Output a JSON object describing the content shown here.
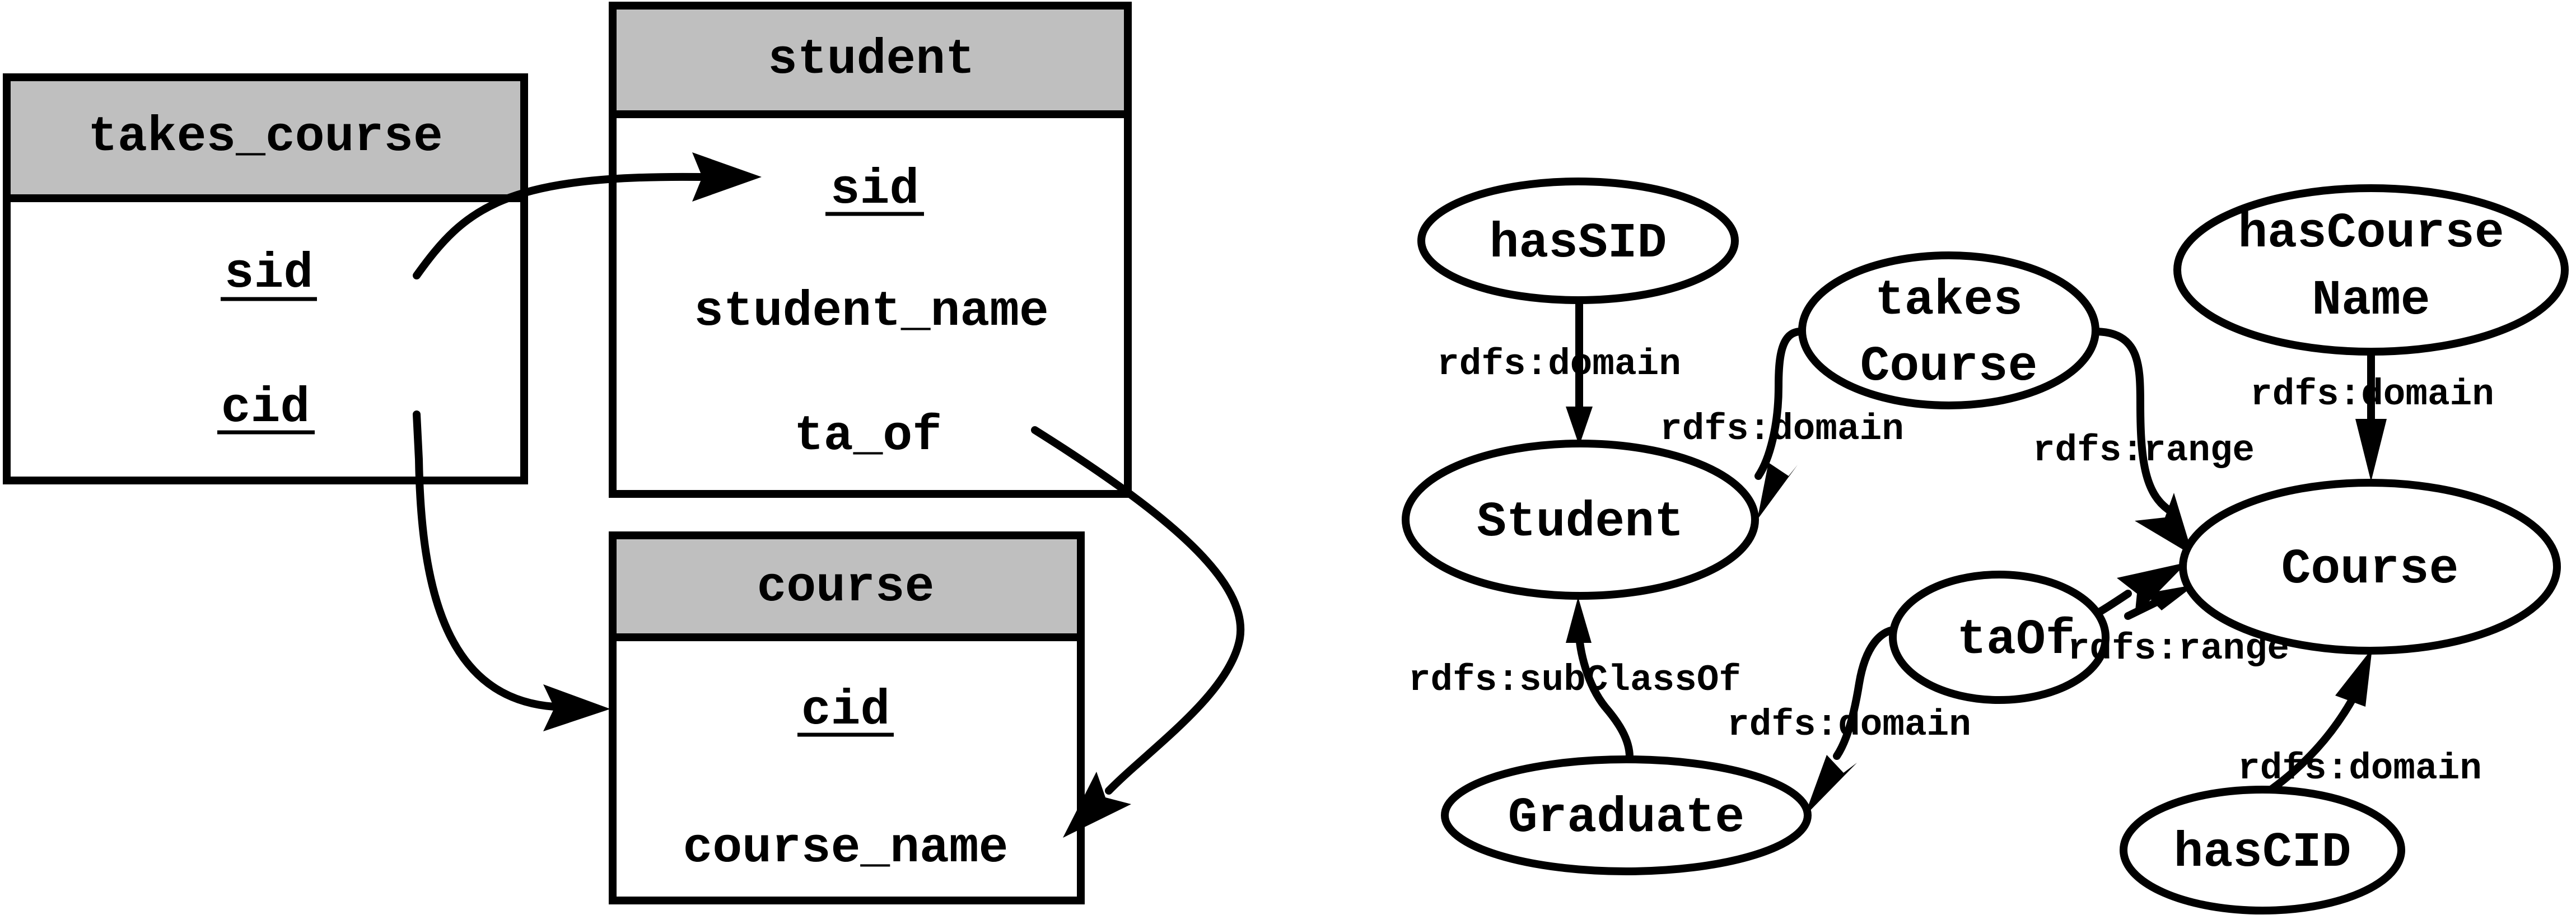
{
  "schema": {
    "tables": [
      {
        "id": "takes_course",
        "title": "takes_course",
        "fields": [
          {
            "name": "sid",
            "key": true
          },
          {
            "name": "cid",
            "key": true
          }
        ]
      },
      {
        "id": "student",
        "title": "student",
        "fields": [
          {
            "name": "sid",
            "key": true
          },
          {
            "name": "student_name",
            "key": false
          },
          {
            "name": "ta_of",
            "key": false
          }
        ]
      },
      {
        "id": "course",
        "title": "course",
        "fields": [
          {
            "name": "cid",
            "key": true
          },
          {
            "name": "course_name",
            "key": false
          }
        ]
      }
    ],
    "references": [
      {
        "from": "takes_course.sid",
        "to": "student.sid"
      },
      {
        "from": "takes_course.cid",
        "to": "course"
      },
      {
        "from": "student.ta_of",
        "to": "course.course_name"
      }
    ]
  },
  "ontology": {
    "nodes": [
      {
        "id": "hasSID",
        "lines": [
          "hasSID"
        ]
      },
      {
        "id": "takesCourse",
        "lines": [
          "takes",
          "Course"
        ]
      },
      {
        "id": "hasCourseName",
        "lines": [
          "hasCourse",
          "Name"
        ]
      },
      {
        "id": "Student",
        "lines": [
          "Student"
        ]
      },
      {
        "id": "Course",
        "lines": [
          "Course"
        ]
      },
      {
        "id": "taOf",
        "lines": [
          "taOf"
        ]
      },
      {
        "id": "Graduate",
        "lines": [
          "Graduate"
        ]
      },
      {
        "id": "hasCID",
        "lines": [
          "hasCID"
        ]
      }
    ],
    "edges": [
      {
        "id": "hasSID-domain",
        "from": "hasSID",
        "to": "Student",
        "label": "rdfs:domain"
      },
      {
        "id": "takesCourse-domain",
        "from": "takesCourse",
        "to": "Student",
        "label": "rdfs:domain"
      },
      {
        "id": "takesCourse-range",
        "from": "takesCourse",
        "to": "Course",
        "label": "rdfs:range"
      },
      {
        "id": "hasCourseName-domain",
        "from": "hasCourseName",
        "to": "Course",
        "label": "rdfs:domain"
      },
      {
        "id": "graduate-subclass",
        "from": "Graduate",
        "to": "Student",
        "label": "rdfs:subClassOf"
      },
      {
        "id": "taOf-domain",
        "from": "taOf",
        "to": "Graduate",
        "label": "rdfs:domain"
      },
      {
        "id": "taOf-range",
        "from": "taOf",
        "to": "Course",
        "label": "rdfs:range"
      },
      {
        "id": "hasCID-domain",
        "from": "hasCID",
        "to": "Course",
        "label": "rdfs:domain"
      }
    ]
  }
}
